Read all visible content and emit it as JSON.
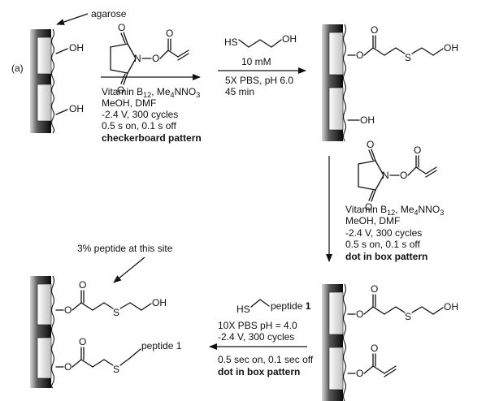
{
  "panel_label": "(a)",
  "surface_label": "agarose",
  "groups": {
    "oh": "OH",
    "o": "O",
    "n": "N",
    "s": "S",
    "hs": "HS",
    "peptide": "peptide",
    "peptide_num": "1",
    "peptide_1": "peptide 1"
  },
  "step1": {
    "l1_pre": "Vitamin B",
    "l1_sub": "12",
    "l1_mid": ", Me",
    "l1_sub2": "4",
    "l1_post": "NNO",
    "l1_sub3": "3",
    "l2": "MeOH, DMF",
    "l3": "-2.4 V, 300 cycles",
    "l4": "0.5 s on, 0.1 s off",
    "l5": "checkerboard pattern"
  },
  "step2": {
    "conc": "10 mM",
    "l1": "5X PBS, pH 6.0",
    "l2": "45 min"
  },
  "step3": {
    "l1_pre": "Vitamin B",
    "l1_sub": "12",
    "l1_mid": ", Me",
    "l1_sub2": "4",
    "l1_post": "NNO",
    "l1_sub3": "3",
    "l2": "MeOH, DMF",
    "l3": "-2.4 V, 300 cycles",
    "l4": "0.5 s on, 0.1 s off",
    "l5": "dot in box pattern"
  },
  "step4": {
    "l1": "10X PBS pH = 4.0",
    "l2": "-2.4 V, 300 cycles",
    "l3": "0.5 sec on, 0.1 sec off",
    "l4": "dot in box pattern"
  },
  "annotation": "3% peptide at this site"
}
